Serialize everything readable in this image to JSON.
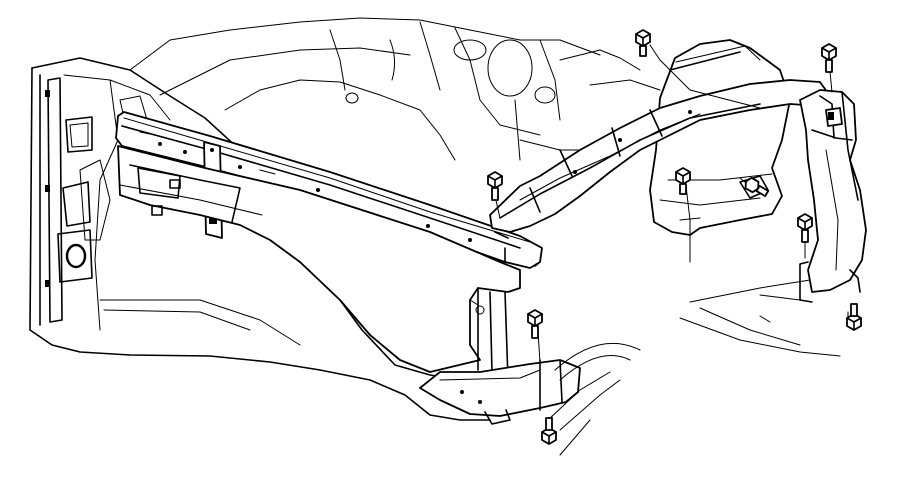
{
  "diagram": {
    "style": "black-and-white line art, exploded parts view",
    "parts": [
      "fender-inner-panel",
      "upper-radiator-support-crossmember",
      "left-side-radiator-support-rail",
      "right-side-radiator-support-bracket",
      "deflector-shield",
      "flange-bolts"
    ],
    "bolt_count": 9
  },
  "colors": {
    "line": "#000000",
    "background": "#ffffff"
  }
}
